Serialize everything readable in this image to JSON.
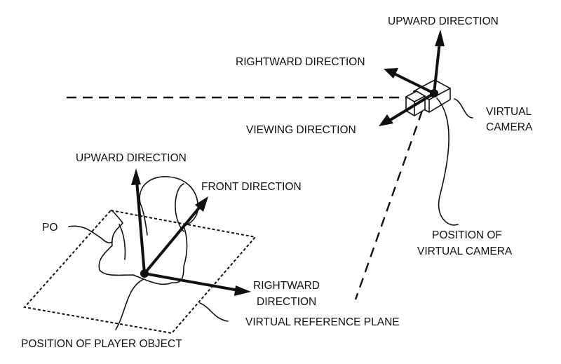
{
  "labels": {
    "camera_upward": "UPWARD DIRECTION",
    "camera_rightward": "RIGHTWARD DIRECTION",
    "camera_viewing": "VIEWING DIRECTION",
    "virtual_camera_line1": "VIRTUAL",
    "virtual_camera_line2": "CAMERA",
    "camera_position_line1": "POSITION OF",
    "camera_position_line2": "VIRTUAL CAMERA",
    "player_upward": "UPWARD DIRECTION",
    "player_front": "FRONT DIRECTION",
    "po": "PO",
    "player_rightward_line1": "RIGHTWARD",
    "player_rightward_line2": "DIRECTION",
    "reference_plane": "VIRTUAL REFERENCE PLANE",
    "player_position": "POSITION OF PLAYER OBJECT"
  }
}
